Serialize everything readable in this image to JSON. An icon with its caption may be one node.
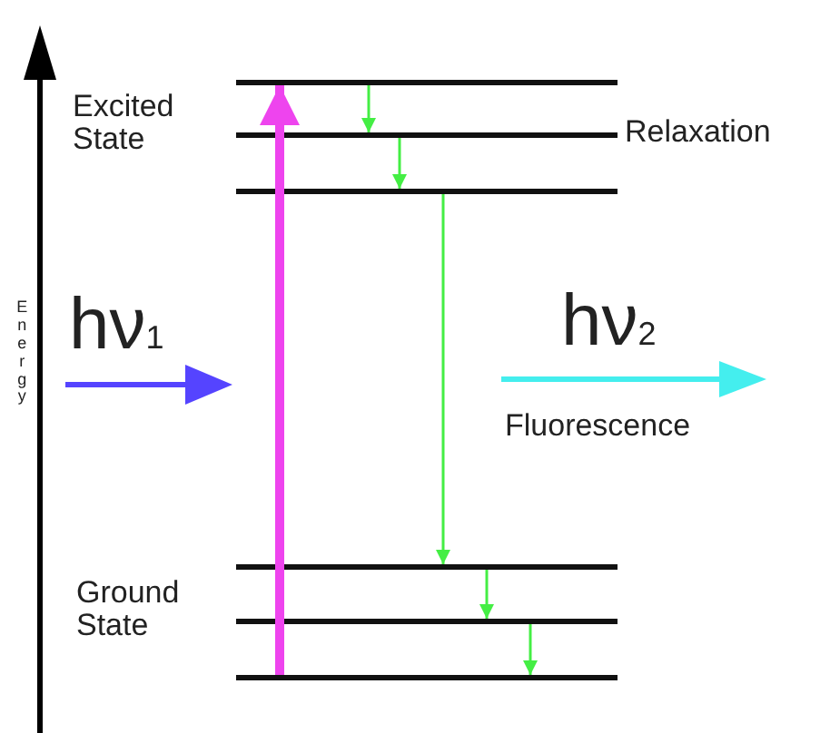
{
  "diagram": {
    "nodes": [
      {
        "text": [],
        "shape": "bar"
      },
      {
        "text": [],
        "shape": "bar"
      },
      {
        "text": [],
        "shape": "bar"
      },
      {
        "text": [],
        "shape": "bar"
      },
      {
        "text": [],
        "shape": "bar"
      },
      {
        "text": [],
        "shape": "bar"
      }
    ],
    "edges": [
      {
        "from": 5,
        "to": 0,
        "arrow": "to",
        "style": "thick",
        "color": "#ee44ee"
      },
      {
        "from": 0,
        "to": 1,
        "arrow": "to"
      },
      {
        "from": 1,
        "to": 2,
        "arrow": "to"
      },
      {
        "from": 2,
        "to": 3,
        "arrow": "to"
      },
      {
        "from": 3,
        "to": 4,
        "arrow": "to"
      },
      {
        "from": 4,
        "to": 5,
        "arrow": "to"
      }
    ],
    "labels": [
      "Excited State",
      "Relaxation",
      "Energy",
      "hν$_{1}$",
      "hν$_{2}$",
      "Fluorescence",
      "Ground State"
    ]
  }
}
